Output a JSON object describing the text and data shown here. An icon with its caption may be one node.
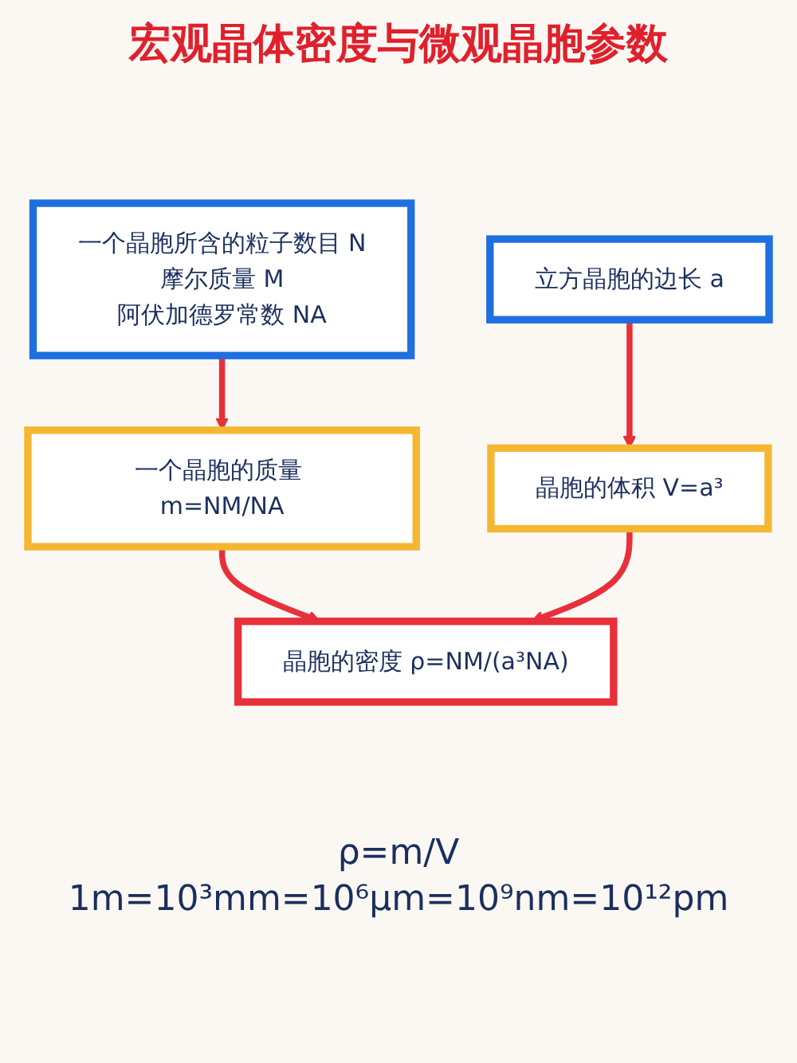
{
  "diagram": {
    "title": "宏观晶体密度与微观晶胞参数",
    "nodes": [
      {
        "text": [
          "一个晶胞所含的粒子数目 N",
          "摩尔质量 M",
          "阿伏加德罗常数 NA"
        ]
      },
      {
        "text": [
          "立方晶胞的边长 a"
        ]
      },
      {
        "text": [
          "一个晶胞的质量 m=NM/NA"
        ]
      },
      {
        "text": [
          "晶胞的体积 V=a³"
        ]
      },
      {
        "text": [
          "晶胞的密度 ρ=NM/(a³NA)"
        ]
      }
    ],
    "edges": [
      {
        "from": 0,
        "to": 2,
        "arrow": "to"
      },
      {
        "from": 1,
        "to": 3,
        "arrow": "to"
      },
      {
        "from": 2,
        "to": 4,
        "arrow": "to"
      },
      {
        "from": 3,
        "to": 4,
        "arrow": "to"
      }
    ],
    "labels": [
      "ρ=m/V",
      "1m=10³mm=10⁶μm=10⁹nm=10¹²pm"
    ]
  }
}
